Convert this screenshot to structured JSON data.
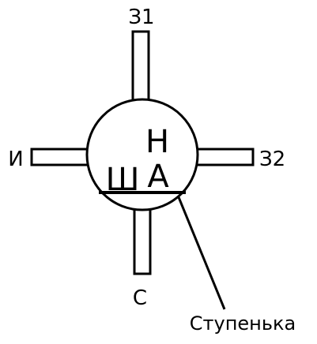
{
  "diagram": {
    "leads": {
      "gate1": "З1",
      "gate2": "З2",
      "source": "И",
      "drain": "С"
    },
    "body_marks": {
      "n": "Н",
      "a": "А",
      "sh": "Ш"
    },
    "callout": "Ступенька"
  }
}
